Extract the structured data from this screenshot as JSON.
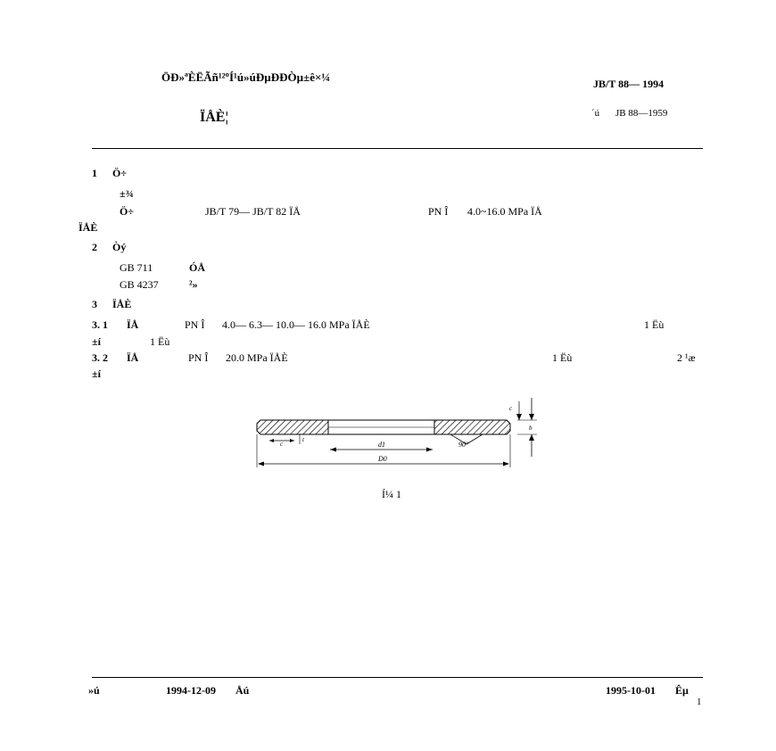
{
  "header": {
    "garbled_title": "ÖÐ»ªÈËÃñ¹²ºÍ¹ú»úÐµÐÐÒµ±ê×¼",
    "standard_number": "JB/T 88— 1994",
    "subtitle": "ÏÅÈ¦",
    "replaces": "JB 88—1959",
    "replaces_prefix": "´ú"
  },
  "sections": {
    "s1_num": "1",
    "s1_title": "Ö÷",
    "s1_l1": "±¾",
    "s1_l2_pre": "Ö÷",
    "s1_l2_ref": "JB/T 79— JB/T 82 ÏÅ",
    "s1_l2_pn": "PN Î",
    "s1_l2_range": "4.0~16.0 MPa ÏÅ",
    "s1_l3": "ÏÅÈ",
    "s2_num": "2",
    "s2_title": "Òý",
    "s2_l1_code": "GB 711",
    "s2_l1_text": "ÓÅ",
    "s2_l2_code": "GB 4237",
    "s2_l2_text": "²»",
    "s3_num": "3",
    "s3_title": "ÏÅÈ",
    "s31_num": "3. 1",
    "s31_pre": "ÏÅ",
    "s31_pn": "PN Î",
    "s31_vals": "4.0— 6.3— 10.0— 16.0 MPa ÏÅÈ",
    "s31_fig": "1 Ëù",
    "s31_cont1": "±í",
    "s31_cont2": "1 Ëù",
    "s32_num": "3. 2",
    "s32_pre": "ÏÅ",
    "s32_pn": "PN Î",
    "s32_vals": "20.0 MPa ÏÅÈ",
    "s32_fig1": "1 Ëù",
    "s32_fig2": "2 ¹æ",
    "s32_cont": "±í"
  },
  "figure": {
    "caption": "Í¼ 1",
    "label_d1": "d1",
    "label_d0": "D0",
    "label_c": "c",
    "label_t": "t",
    "label_b": "b",
    "label_angle": "90°"
  },
  "footer": {
    "left_text": "»ú",
    "issue_date": "1994-12-09",
    "issue_suffix": "Åú",
    "effective_date": "1995-10-01",
    "effective_suffix": "Êµ",
    "page_number": "1"
  }
}
